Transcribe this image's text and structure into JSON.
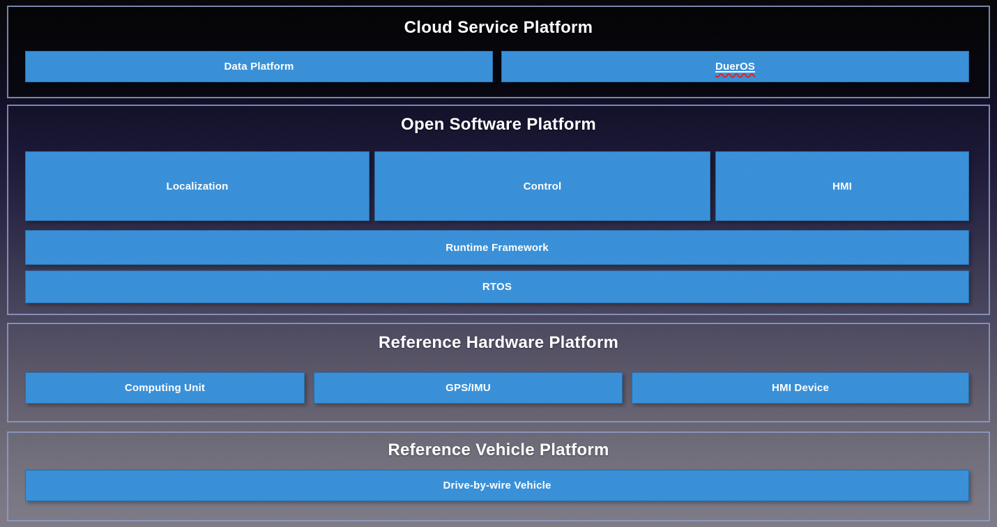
{
  "sections": {
    "cloud": {
      "title": "Cloud Service Platform",
      "boxes": {
        "data_platform": "Data Platform",
        "dueros": "DuerOS"
      }
    },
    "software": {
      "title": "Open Software Platform",
      "boxes": {
        "localization": "Localization",
        "control": "Control",
        "hmi": "HMI",
        "runtime_framework": "Runtime Framework",
        "rtos": "RTOS"
      }
    },
    "hardware": {
      "title": "Reference Hardware Platform",
      "boxes": {
        "computing_unit": "Computing Unit",
        "gps_imu": "GPS/IMU",
        "hmi_device": "HMI Device"
      }
    },
    "vehicle": {
      "title": "Reference Vehicle Platform",
      "boxes": {
        "drive_by_wire": "Drive-by-wire Vehicle"
      }
    }
  },
  "colors": {
    "box_blue": "#3890d8",
    "section_border": "#8c9cc7",
    "background_top": "#050507",
    "background_bottom": "#7e7b87",
    "title_text": "#ffffff",
    "box_text": "#ffffff",
    "spellcheck_squiggle": "#e32020"
  }
}
